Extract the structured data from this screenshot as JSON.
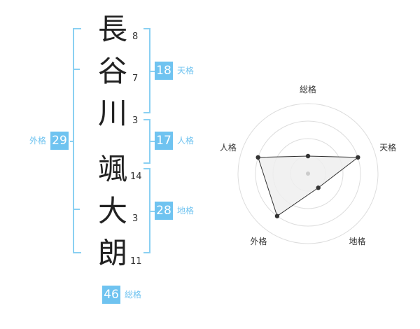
{
  "name": {
    "characters": [
      {
        "char": "長",
        "strokes": "8"
      },
      {
        "char": "谷",
        "strokes": "7"
      },
      {
        "char": "川",
        "strokes": "3"
      },
      {
        "char": "颯",
        "strokes": "14"
      },
      {
        "char": "大",
        "strokes": "3"
      },
      {
        "char": "朗",
        "strokes": "11"
      }
    ]
  },
  "scores": {
    "tenkaku": {
      "value": "18",
      "label": "天格"
    },
    "jinkaku": {
      "value": "17",
      "label": "人格"
    },
    "chikaku": {
      "value": "28",
      "label": "地格"
    },
    "gaikaku": {
      "value": "29",
      "label": "外格"
    },
    "soukaku": {
      "value": "46",
      "label": "総格"
    }
  },
  "radar": {
    "axes": [
      "総格",
      "天格",
      "地格",
      "外格",
      "人格"
    ],
    "levels": 4,
    "values": [
      1,
      3,
      1,
      3,
      3
    ],
    "max": 4,
    "colors": {
      "grid": "#dddddd",
      "fill": "#eeeeee",
      "line": "#333333",
      "point": "#333333",
      "center": "#cccccc"
    }
  },
  "colors": {
    "accent": "#6fc3f0",
    "bracket": "#8ad0f2"
  }
}
